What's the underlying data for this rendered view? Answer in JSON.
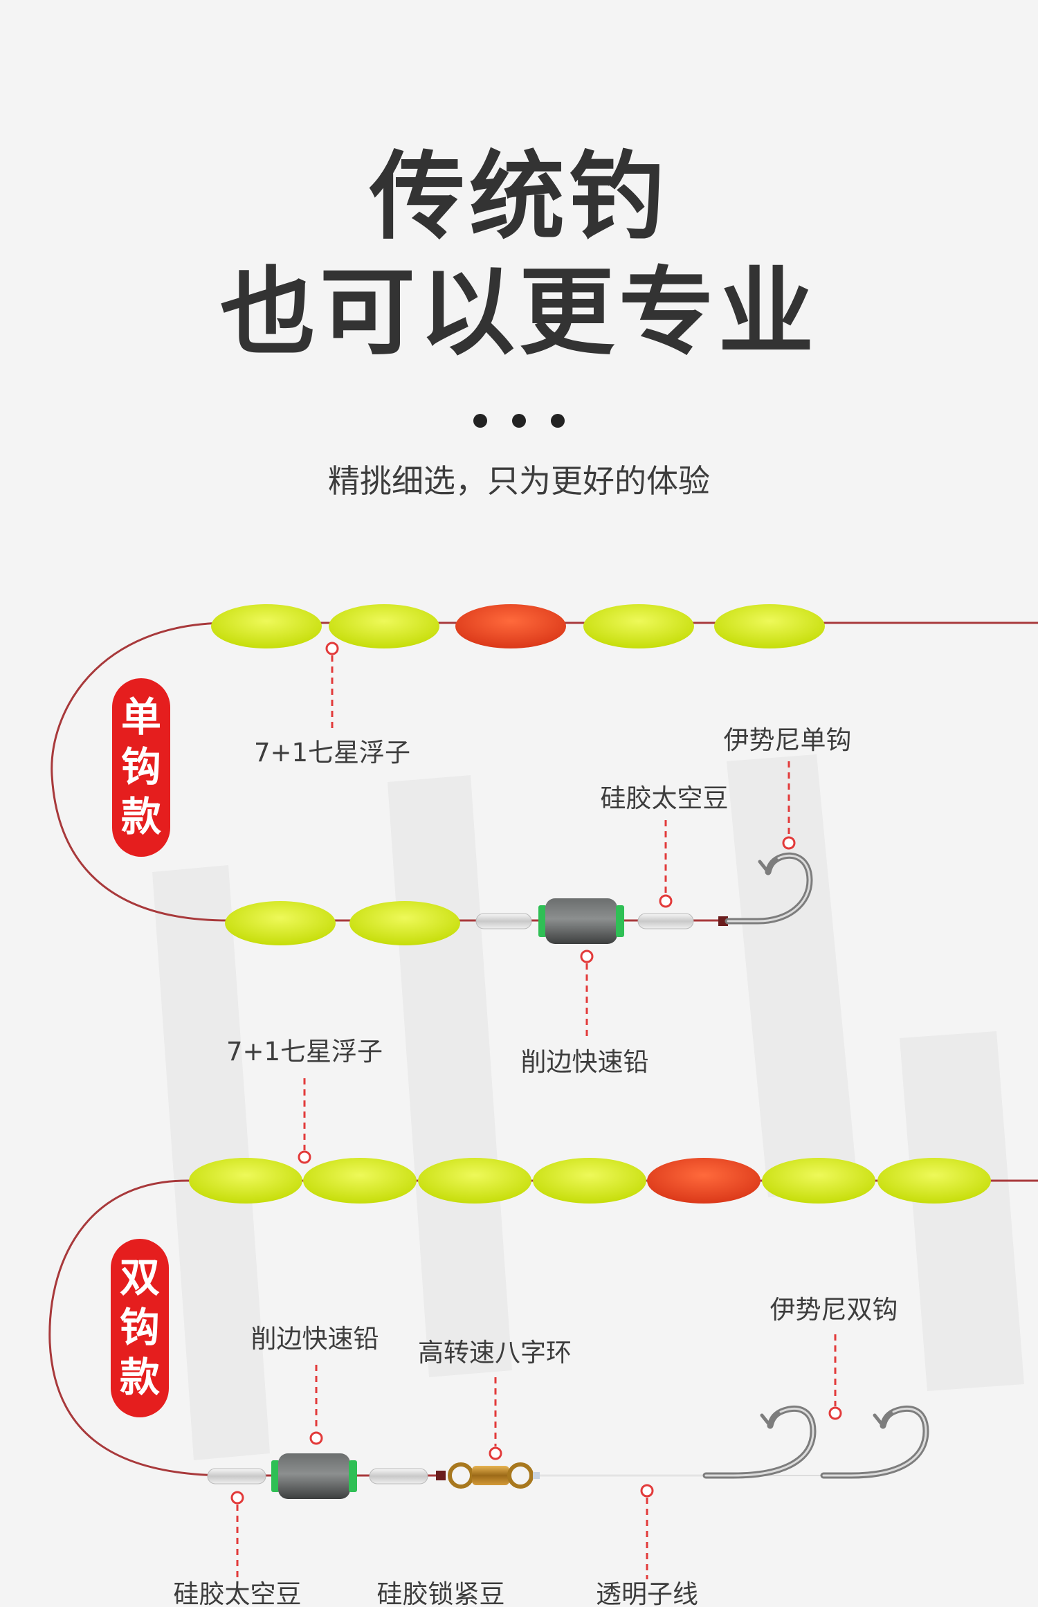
{
  "header": {
    "title_line1": "传统钓",
    "title_line2": "也可以更专业",
    "subtitle": "精挑细选，只为更好的体验"
  },
  "colors": {
    "float_yellow": "#d9ef1a",
    "float_red": "#ec4a24",
    "badge_red": "#e51e1e",
    "line_red": "#a8393b",
    "marker_red": "#e23a3a"
  },
  "single_hook": {
    "badge": [
      "单",
      "钩",
      "款"
    ],
    "labels": {
      "floats": "7+1七星浮子",
      "hook": "伊势尼单钩",
      "space_bean": "硅胶太空豆",
      "float_floats_lower": "7+1七星浮子",
      "sinker": "削边快速铅"
    }
  },
  "double_hook": {
    "badge": [
      "双",
      "钩",
      "款"
    ],
    "labels": {
      "sinker": "削边快速铅",
      "swivel": "高转速八字环",
      "hooks": "伊势尼双钩",
      "space_bean": "硅胶太空豆",
      "lock_bean": "硅胶锁紧豆",
      "leader": "透明子线"
    }
  }
}
